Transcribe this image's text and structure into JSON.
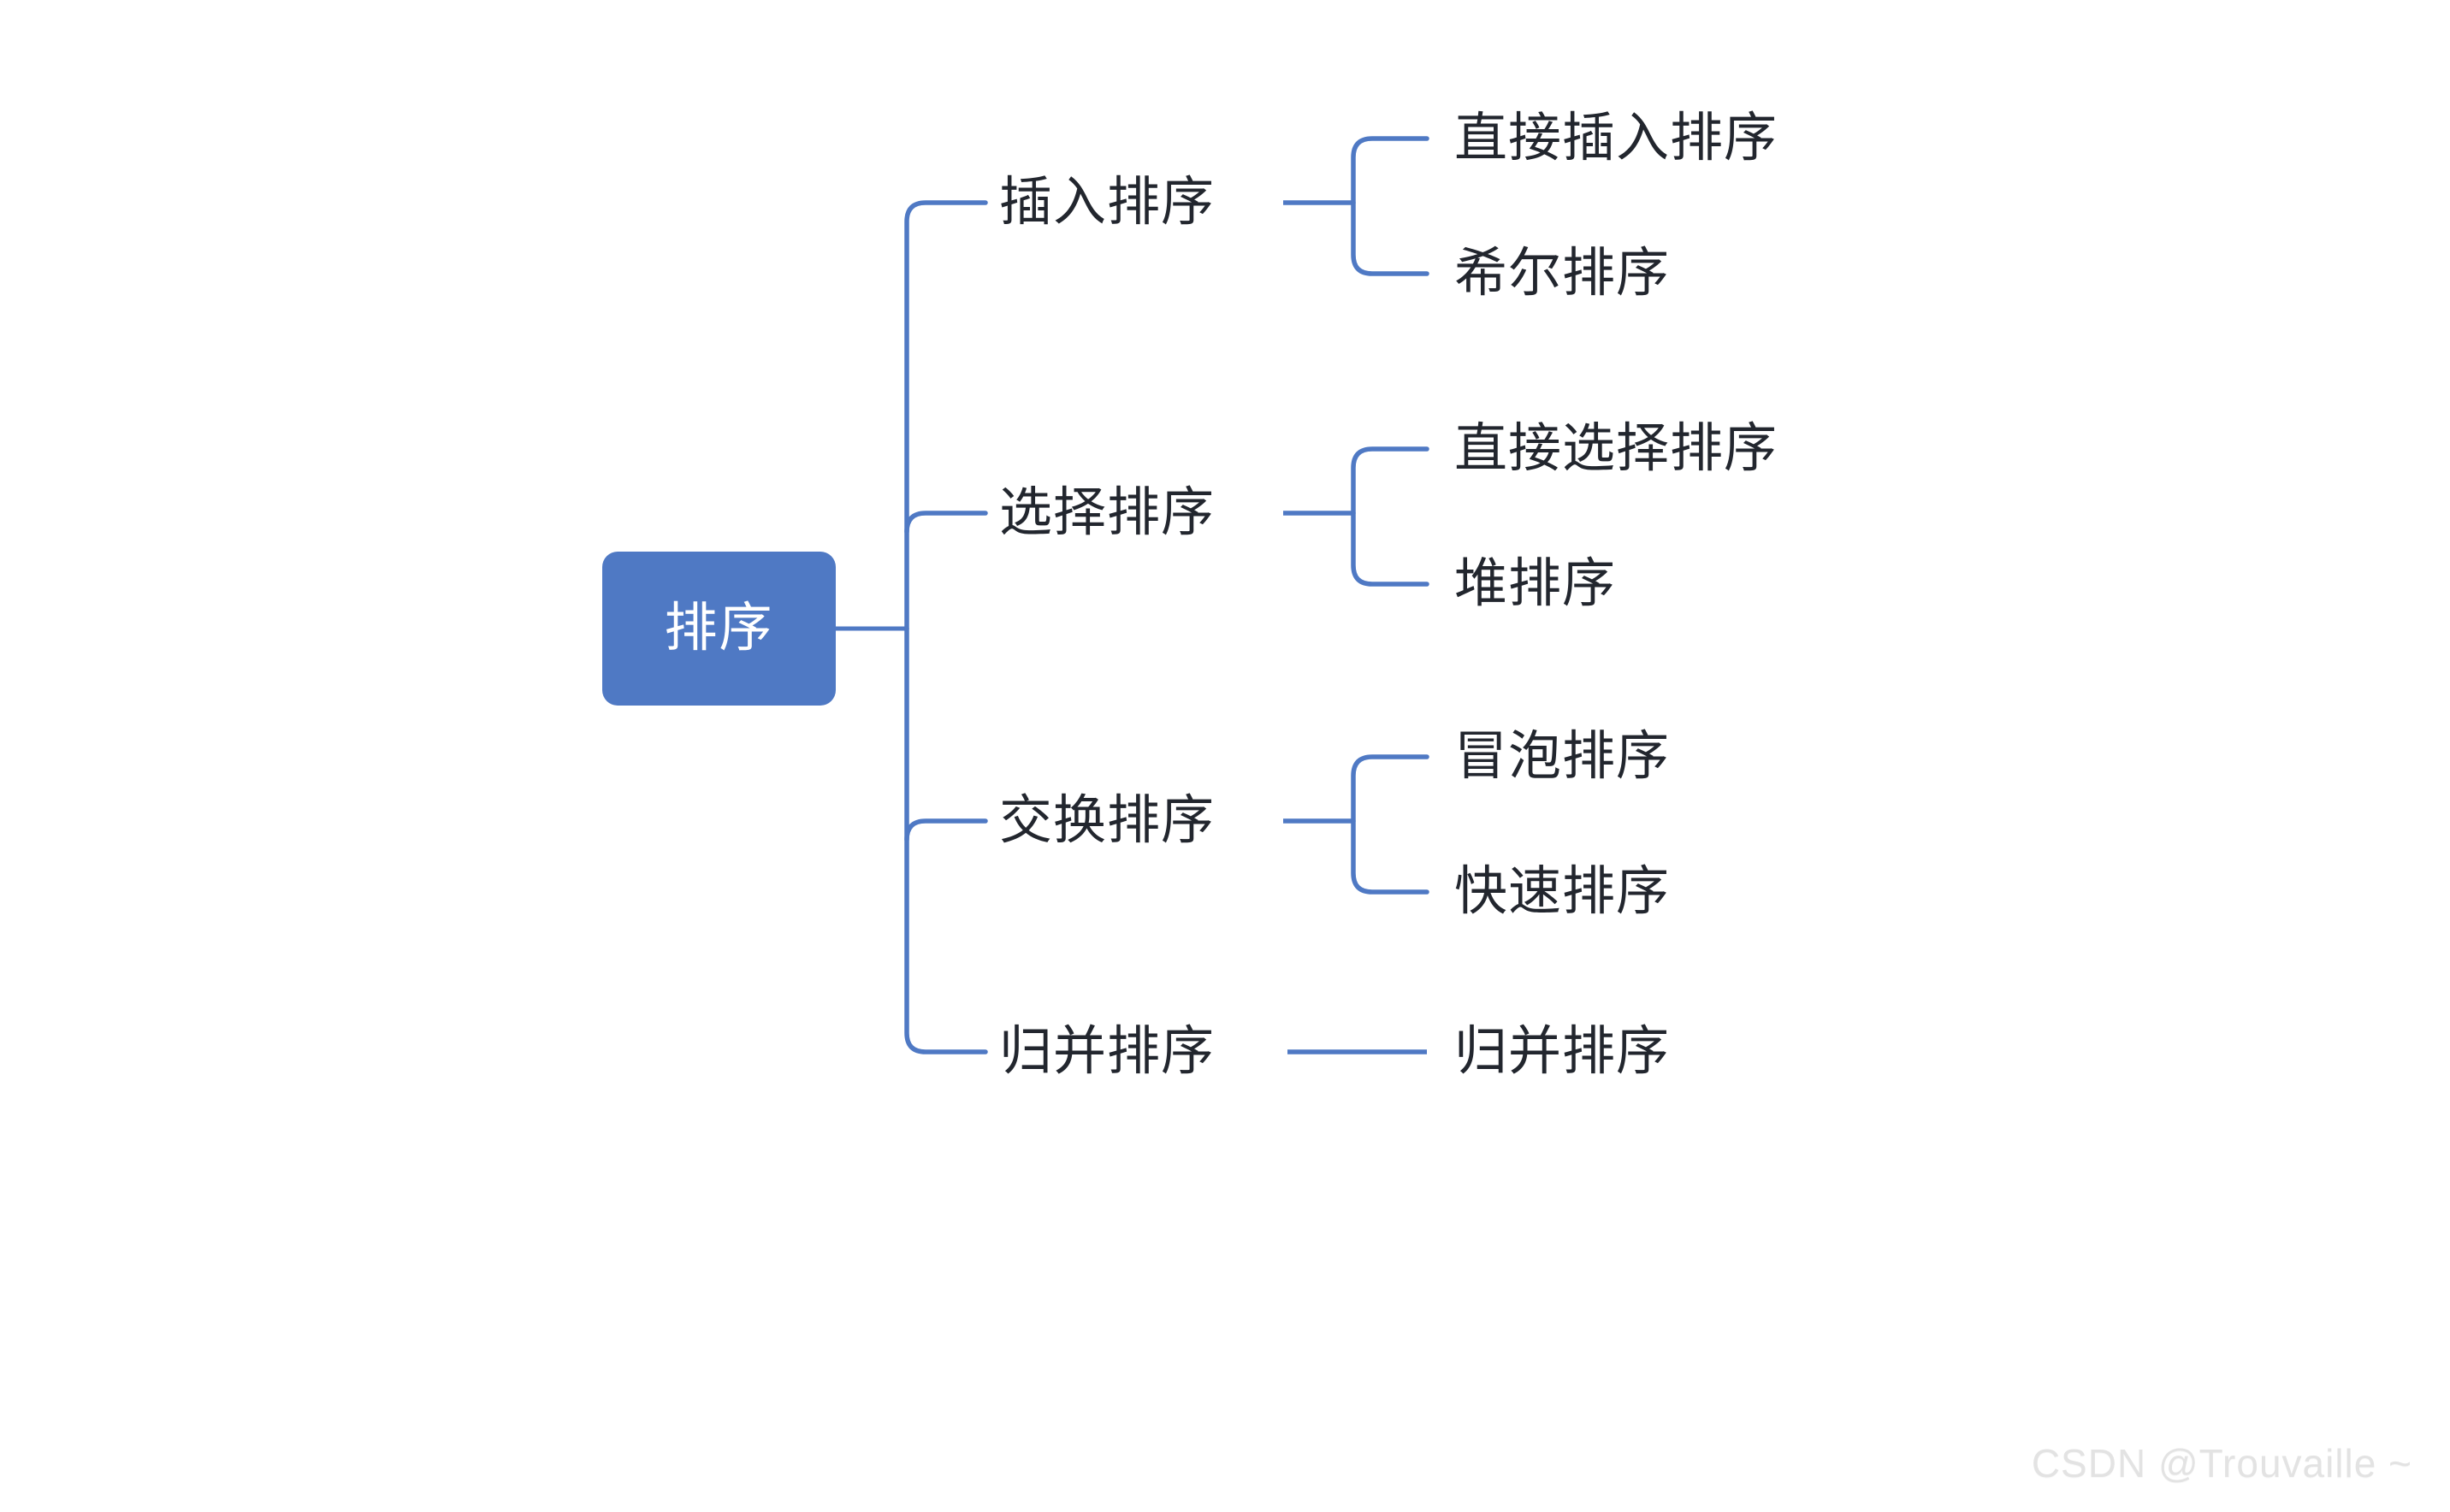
{
  "diagram": {
    "type": "mind-map",
    "title": "排序",
    "orientation": "left-to-right",
    "accent_color": "#4F79C4",
    "root_fill": "#4F79C4",
    "root_text_color": "#FFFFFF",
    "node_text_color": "#22262E",
    "background": "#FFFFFF",
    "root": {
      "label": "排序",
      "children": [
        {
          "label": "插入排序",
          "children": [
            {
              "label": "直接插入排序"
            },
            {
              "label": "希尔排序"
            }
          ]
        },
        {
          "label": "选择排序",
          "children": [
            {
              "label": "直接选择排序"
            },
            {
              "label": "堆排序"
            }
          ]
        },
        {
          "label": "交换排序",
          "children": [
            {
              "label": "冒泡排序"
            },
            {
              "label": "快速排序"
            }
          ]
        },
        {
          "label": "归并排序",
          "children": [
            {
              "label": "归并排序"
            }
          ]
        }
      ]
    }
  },
  "nodes": {
    "root": "排序",
    "b1": "插入排序",
    "b2": "选择排序",
    "b3": "交换排序",
    "b4": "归并排序",
    "b1c1": "直接插入排序",
    "b1c2": "希尔排序",
    "b2c1": "直接选择排序",
    "b2c2": "堆排序",
    "b3c1": "冒泡排序",
    "b3c2": "快速排序",
    "b4c1": "归并排序"
  },
  "watermark": {
    "text": "CSDN @Trouvaille ~"
  }
}
